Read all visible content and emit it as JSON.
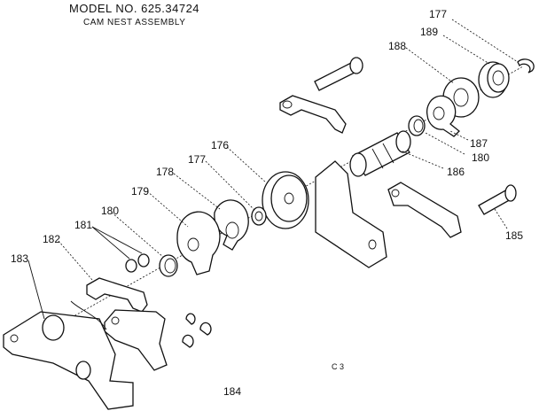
{
  "header": {
    "model": "MODEL NO. 625.34724",
    "assembly": "CAM NEST ASSEMBLY"
  },
  "parts": [
    {
      "id": "p177a",
      "label": "177"
    },
    {
      "id": "p189",
      "label": "189"
    },
    {
      "id": "p188",
      "label": "188"
    },
    {
      "id": "p187",
      "label": "187"
    },
    {
      "id": "p180a",
      "label": "180"
    },
    {
      "id": "p186",
      "label": "186"
    },
    {
      "id": "p176",
      "label": "176"
    },
    {
      "id": "p177b",
      "label": "177"
    },
    {
      "id": "p178",
      "label": "178"
    },
    {
      "id": "p179",
      "label": "179"
    },
    {
      "id": "p180b",
      "label": "180"
    },
    {
      "id": "p181",
      "label": "181"
    },
    {
      "id": "p182",
      "label": "182"
    },
    {
      "id": "p183",
      "label": "183"
    },
    {
      "id": "p185",
      "label": "185"
    },
    {
      "id": "p184",
      "label": "184"
    }
  ],
  "footer_code": "C 3"
}
